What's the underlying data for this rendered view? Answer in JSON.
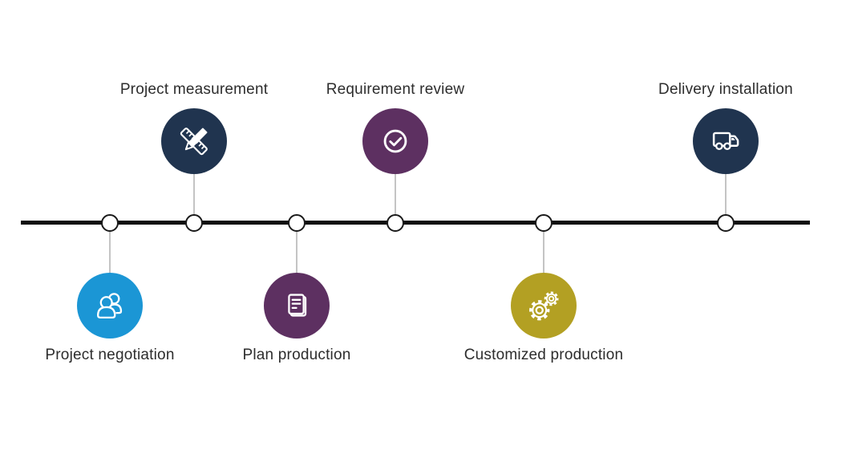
{
  "timeline": {
    "axis_color": "#0d0d0d",
    "connector_color": "#8a8a8a",
    "marker_fill": "#ffffff",
    "marker_border": "#1a1a1a",
    "label_color": "#2d2d2d",
    "background": "#ffffff",
    "steps": [
      {
        "label": "Project negotiation",
        "icon": "people-icon",
        "position": "below",
        "color": "#1b96d5"
      },
      {
        "label": "Project measurement",
        "icon": "pencil-ruler-icon",
        "position": "above",
        "color": "#20344f"
      },
      {
        "label": "Plan production",
        "icon": "document-icon",
        "position": "below",
        "color": "#5d3061"
      },
      {
        "label": "Requirement review",
        "icon": "check-circle-icon",
        "position": "above",
        "color": "#5d3061"
      },
      {
        "label": "Customized production",
        "icon": "gears-icon",
        "position": "below",
        "color": "#b3a023"
      },
      {
        "label": "Delivery installation",
        "icon": "truck-icon",
        "position": "above",
        "color": "#20344f"
      }
    ]
  }
}
